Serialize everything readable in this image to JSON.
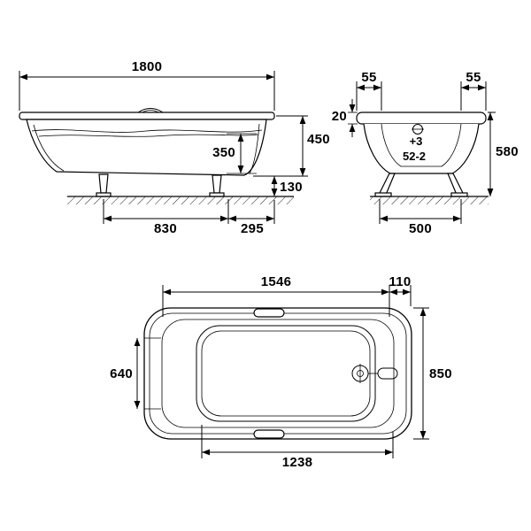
{
  "drawing_title": "bathtub-dimension-drawing",
  "side_view": {
    "overall_length": "1800",
    "inner_depth": "350",
    "body_height": "450",
    "leg_height": "130",
    "leg_span": "830",
    "end_offset": "295"
  },
  "end_view": {
    "rim_left": "55",
    "rim_right": "55",
    "rim_thickness": "20",
    "overall_height": "580",
    "note_line1": "+3",
    "note_line2": "52-2",
    "base_width": "500"
  },
  "plan_view": {
    "rim_length": "1546",
    "end_width": "110",
    "inner_width": "640",
    "overall_width": "850",
    "inner_length": "1238"
  }
}
